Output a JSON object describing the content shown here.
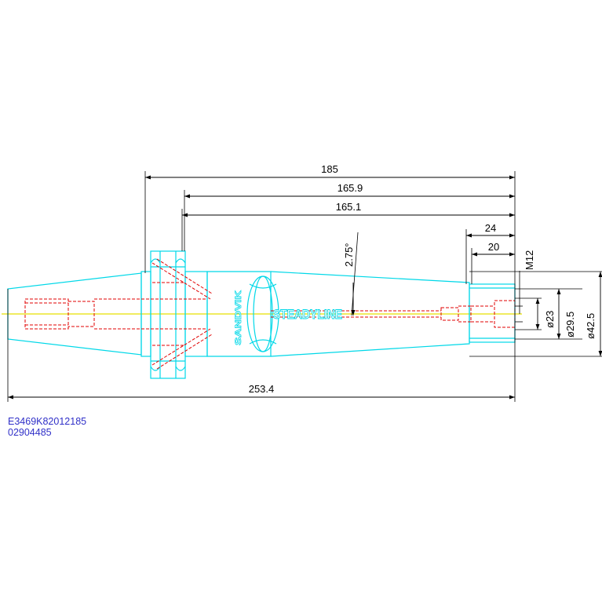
{
  "dimensions": {
    "overall_length": "253.4",
    "d185": "185",
    "d165_9": "165.9",
    "d165_1": "165.1",
    "d24": "24",
    "d20": "20",
    "angle": "2.75°",
    "thread": "M12",
    "dia23": "ø23",
    "dia29_5": "ø29.5",
    "dia42_5": "ø42.5"
  },
  "labels": {
    "brand": "STEADYLINE",
    "sandvik": "SANDVIK"
  },
  "part_info": {
    "code": "E3469K82012185",
    "number": "02904485"
  },
  "colors": {
    "outline": "#00d8e8",
    "hidden": "#e00000",
    "centerline": "#e8e000",
    "dimension": "#000000",
    "text": "#3030c8"
  }
}
